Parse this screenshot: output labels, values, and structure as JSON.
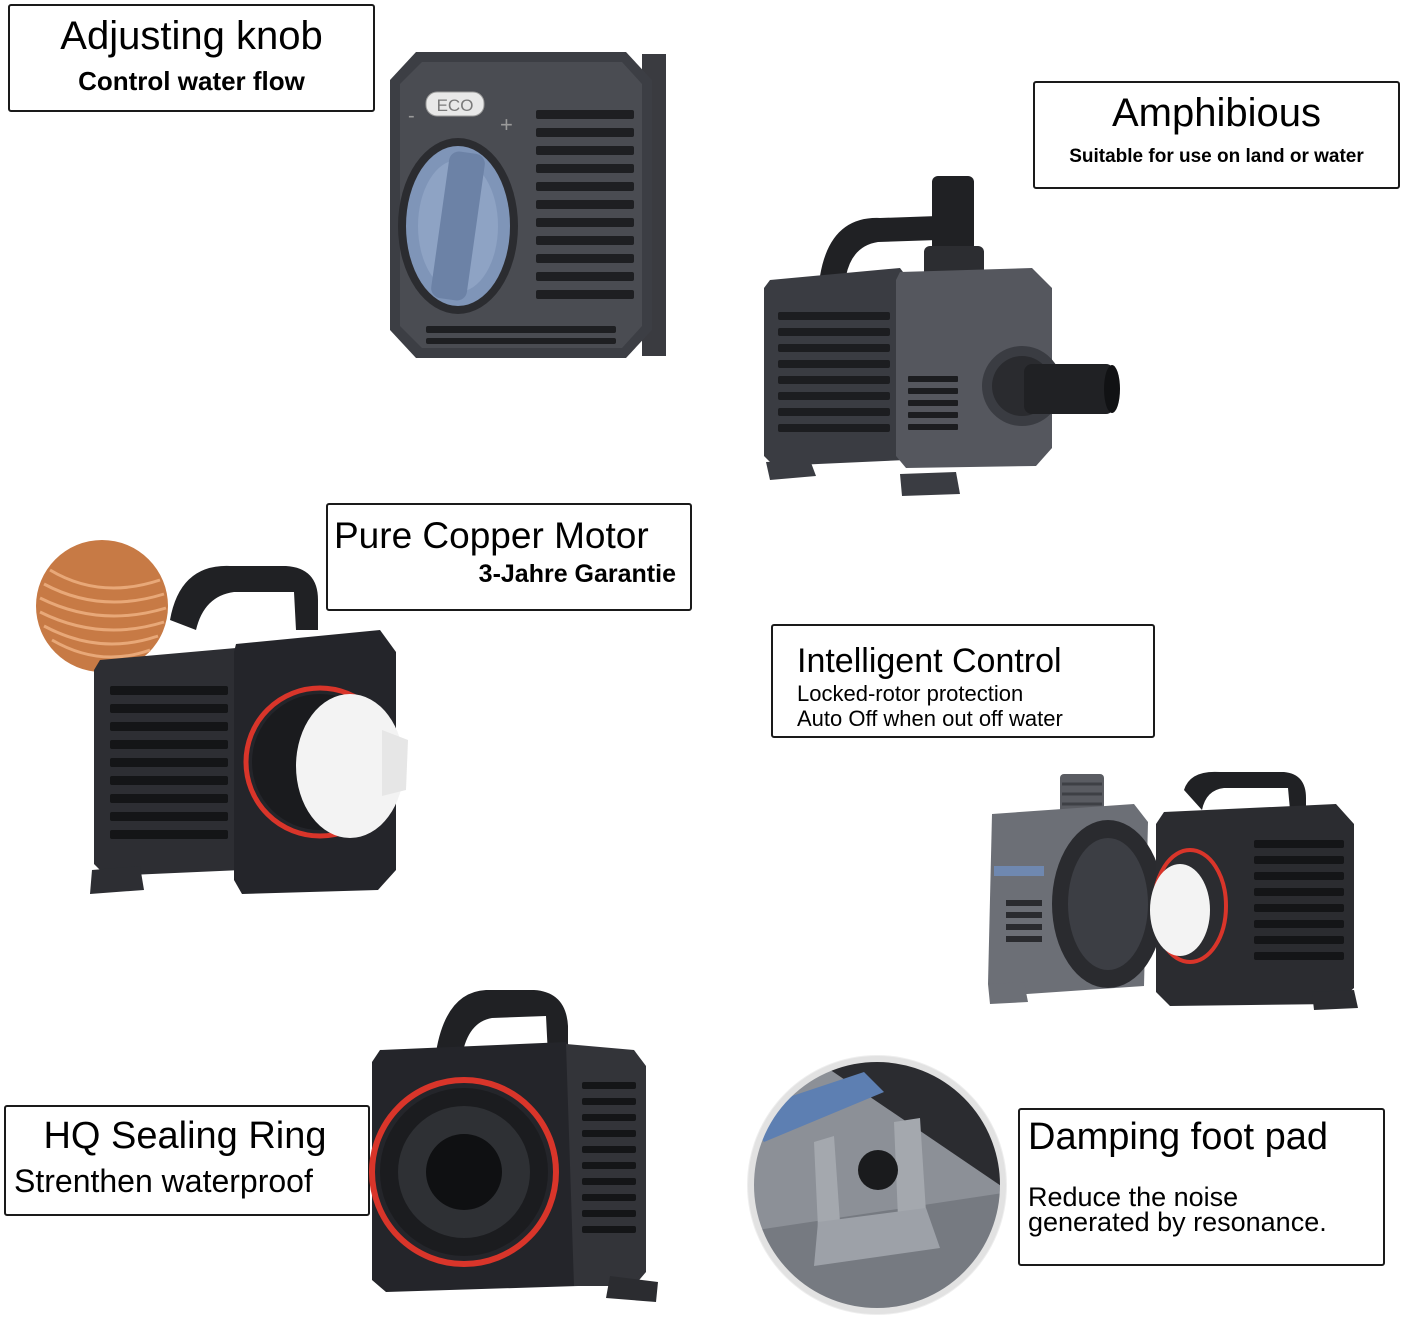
{
  "callouts": {
    "adjusting_knob": {
      "title": "Adjusting knob",
      "subtitle": "Control water flow"
    },
    "amphibious": {
      "title": "Amphibious",
      "subtitle": "Suitable for use on land or water"
    },
    "copper_motor": {
      "title": "Pure Copper Motor",
      "subtitle": "3-Jahre Garantie"
    },
    "intelligent_control": {
      "title": "Intelligent Control",
      "line1": "Locked-rotor protection",
      "line2": "Auto Off when out off water"
    },
    "sealing_ring": {
      "title": "HQ Sealing Ring",
      "subtitle": "Strenthen waterproof"
    },
    "damping_pad": {
      "title": "Damping foot pad",
      "line1": "Reduce the noise",
      "line2": "generated by resonance."
    }
  },
  "knob_label": "ECO",
  "knob_minus": "-",
  "knob_plus": "+",
  "colors": {
    "housing": "#2b2c30",
    "housing_light": "#4a4c52",
    "knob_blue": "#7f95b8",
    "seal_red": "#d9352a",
    "copper": "#c77a45",
    "impeller": "#f3f3f3"
  }
}
